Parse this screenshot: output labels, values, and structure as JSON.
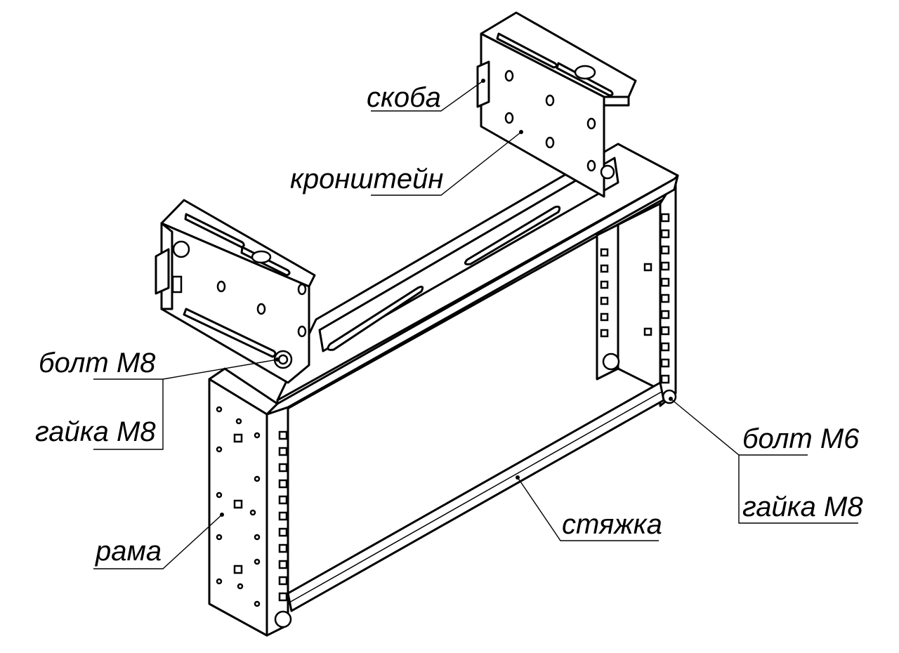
{
  "labels": {
    "skoba": "скоба",
    "kronshtein": "кронштейн",
    "bolt_m8": "болт М8",
    "gaika_m8_left": "гайка М8",
    "bolt_m6": "болт М6",
    "gaika_m8_right": "гайка М8",
    "styazhka": "стяжка",
    "rama": "рама"
  },
  "colors": {
    "line": "#000000",
    "fill": "#ffffff"
  }
}
